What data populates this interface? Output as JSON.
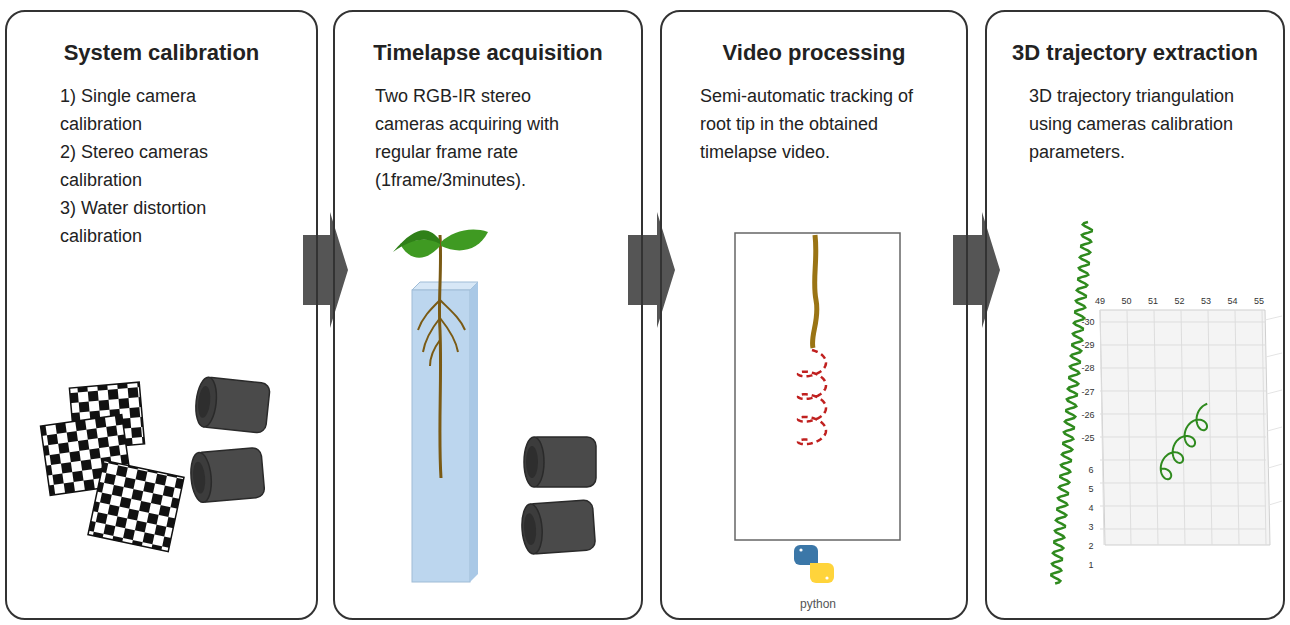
{
  "diagram": {
    "nodes": [
      {
        "text": [
          "System calibration",
          "1) Single camera calibration",
          "2) Stereo cameras calibration",
          "3) Water distortion calibration"
        ]
      },
      {
        "text": [
          "Timelapse acquisition",
          "Two RGB-IR stereo cameras acquiring with regular frame rate (1frame/3minutes)."
        ]
      },
      {
        "text": [
          "Video processing",
          "Semi-automatic tracking of root tip in the obtained timelapse video."
        ]
      },
      {
        "text": [
          "3D trajectory extraction",
          "3D trajectory triangulation using cameras calibration parameters."
        ]
      }
    ],
    "edges": [
      {
        "from": 0,
        "to": 1,
        "arrow": "to"
      },
      {
        "from": 1,
        "to": 2,
        "arrow": "to"
      },
      {
        "from": 2,
        "to": 3,
        "arrow": "to"
      }
    ],
    "labels": [
      "python",
      "49",
      "50",
      "51",
      "52",
      "53",
      "54",
      "55",
      "-30",
      "-29",
      "-28",
      "-27",
      "-26",
      "-25",
      "6",
      "5",
      "4",
      "3",
      "2",
      "1"
    ]
  }
}
